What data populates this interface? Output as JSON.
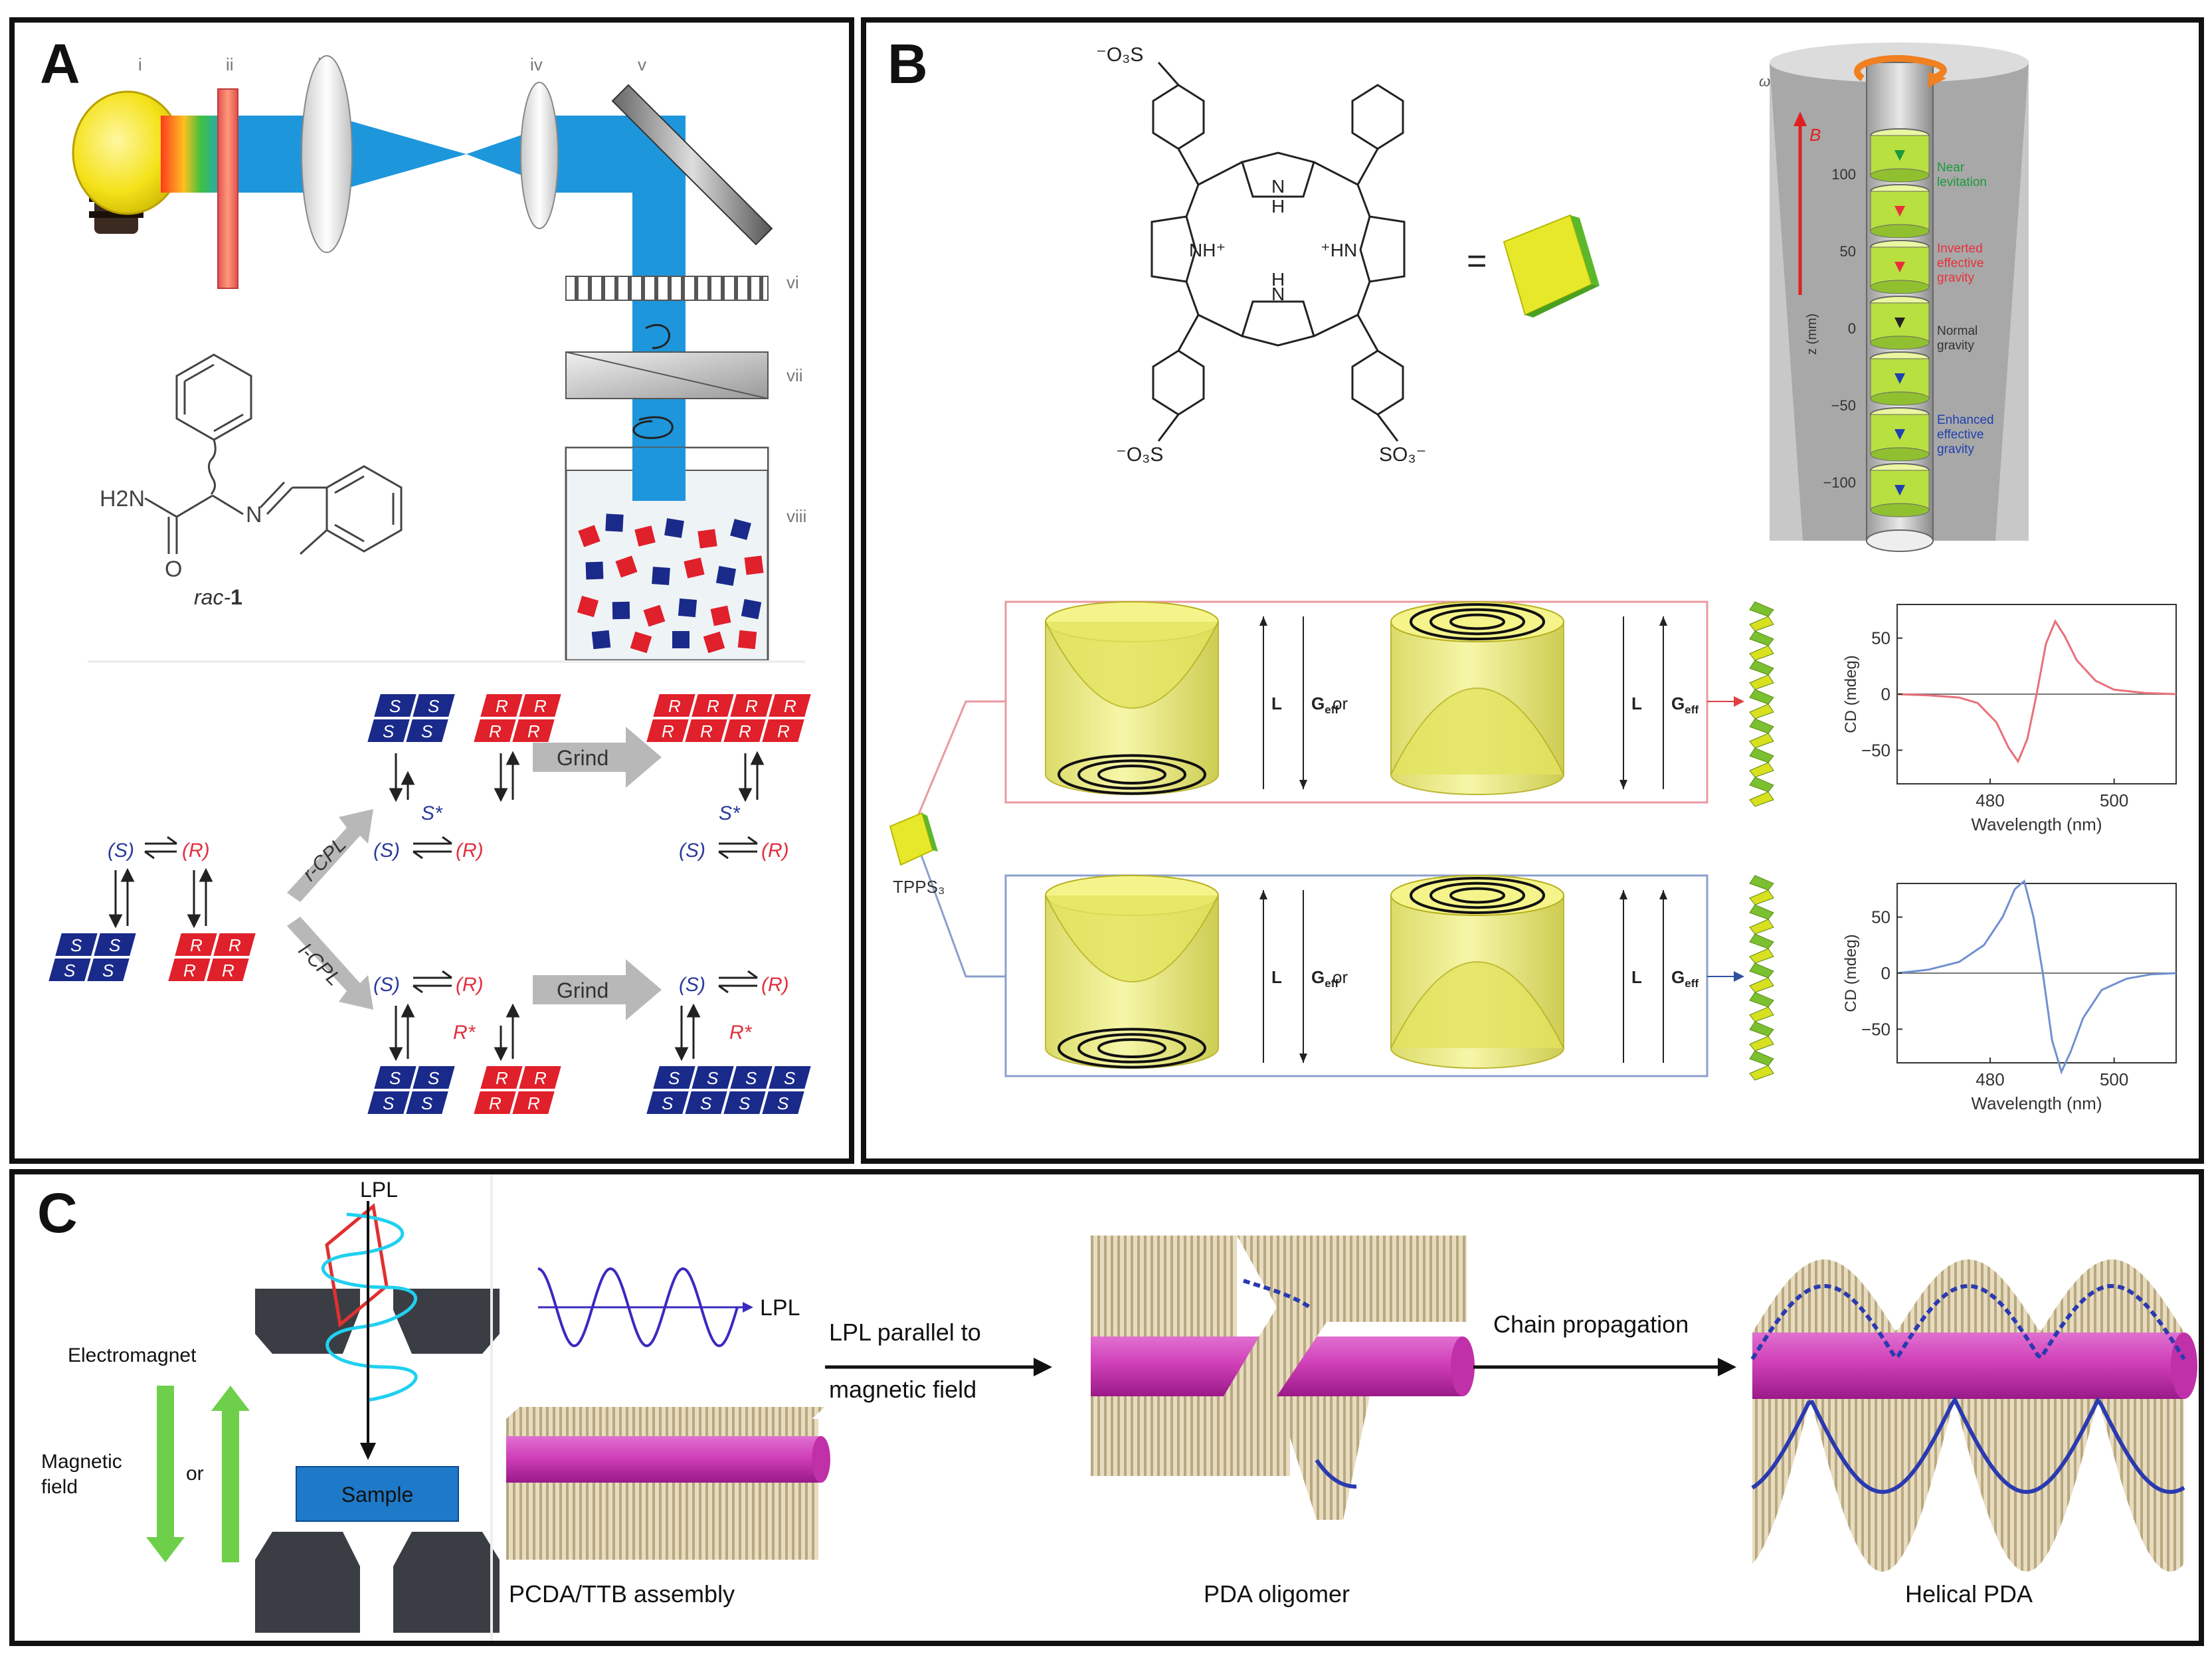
{
  "panel_a": {
    "label": "A",
    "setup_labels": [
      "i",
      "ii",
      "iii",
      "iv",
      "v",
      "vi",
      "vii",
      "viii"
    ],
    "molecule": {
      "amide": "H2N",
      "carbonyl": "O",
      "imine_n": "N",
      "caption_prefix": "rac-",
      "caption_number": "1"
    },
    "scheme": {
      "S": "S",
      "R": "R",
      "S_paren": "(S)",
      "R_paren": "(R)",
      "r_cpl": "r-CPL",
      "l_cpl": "l-CPL",
      "grind": "Grind",
      "S_star": "S*",
      "R_star": "R*"
    }
  },
  "panel_b": {
    "label": "B",
    "porphyrin": {
      "so3_top_left": "⁻O₃S",
      "so3_bottom_left": "⁻O₃S",
      "so3_bottom_right": "SO₃⁻",
      "nh_top": "N",
      "h_top": "H",
      "nh_left": "NH⁺",
      "nh_right": "⁺HN",
      "nh_bottom": "N",
      "h_bottom": "H",
      "equals": "="
    },
    "levitation": {
      "omega": "ω",
      "field": "B",
      "axis": "z (mm)",
      "ticks": [
        "100",
        "50",
        "0",
        "−50",
        "−100"
      ],
      "zones": [
        {
          "text": [
            "Near",
            "levitation"
          ],
          "color": "#1a9a3a"
        },
        {
          "text": [
            "Inverted",
            "effective",
            "gravity"
          ],
          "color": "#e8303a"
        },
        {
          "text": [
            "Normal",
            "gravity"
          ],
          "color": "#333333"
        },
        {
          "text": [
            "Enhanced",
            "effective",
            "gravity"
          ],
          "color": "#2040b0"
        }
      ]
    },
    "tpps": "TPPS₃",
    "vortex": {
      "L": "L",
      "G": "G",
      "G_sub": "eff",
      "or": "or"
    },
    "cd_top": {
      "ylabel": "CD (mdeg)",
      "xlabel": "Wavelength (nm)",
      "yticks": [
        "50",
        "0",
        "−50"
      ],
      "xticks": [
        "480",
        "500"
      ],
      "color": "#e8707a"
    },
    "cd_bottom": {
      "ylabel": "CD (mdeg)",
      "xlabel": "Wavelength (nm)",
      "yticks": [
        "50",
        "0",
        "−50"
      ],
      "xticks": [
        "480",
        "500"
      ],
      "color": "#7090d0"
    }
  },
  "panel_c": {
    "label": "C",
    "lpl": "LPL",
    "electromagnet": "Electromagnet",
    "magnetic_field": [
      "Magnetic",
      "field"
    ],
    "or": "or",
    "sample": "Sample",
    "wave_lpl": "LPL",
    "arrow1": [
      "LPL parallel to",
      "magnetic field"
    ],
    "arrow2": "Chain propagation",
    "captions": [
      "PCDA/TTB assembly",
      "PDA oligomer",
      "Helical PDA"
    ]
  },
  "chart_data": [
    {
      "type": "line",
      "title": "",
      "xlabel": "Wavelength (nm)",
      "ylabel": "CD (mdeg)",
      "xlim": [
        465,
        510
      ],
      "ylim": [
        -80,
        80
      ],
      "series": [
        {
          "x": [
            465,
            470,
            475,
            478,
            481,
            483,
            484.5,
            486,
            487.5,
            489,
            490.5,
            492,
            494,
            497,
            500,
            505,
            510
          ],
          "y": [
            0,
            -1,
            -3,
            -8,
            -25,
            -48,
            -60,
            -40,
            0,
            45,
            65,
            52,
            30,
            12,
            4,
            1,
            0
          ]
        }
      ]
    },
    {
      "type": "line",
      "title": "",
      "xlabel": "Wavelength (nm)",
      "ylabel": "CD (mdeg)",
      "xlim": [
        465,
        510
      ],
      "ylim": [
        -80,
        80
      ],
      "series": [
        {
          "x": [
            465,
            470,
            475,
            479,
            482,
            484,
            485.5,
            487,
            488.5,
            490,
            491.5,
            493,
            495,
            498,
            502,
            506,
            510
          ],
          "y": [
            0,
            3,
            10,
            25,
            50,
            75,
            82,
            50,
            0,
            -60,
            -88,
            -70,
            -40,
            -15,
            -5,
            -1,
            0
          ]
        }
      ]
    }
  ]
}
